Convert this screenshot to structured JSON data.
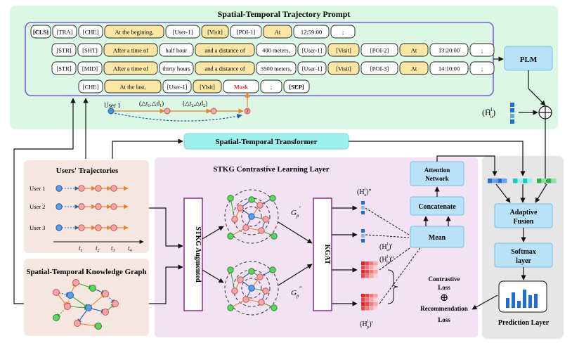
{
  "prompt_panel": {
    "title": "Spatial-Temporal Trajectory Prompt",
    "row1": [
      "[CLS]",
      "[TRA]",
      "[CHE]",
      "At the begining,",
      "[User-1]",
      "[Visit]",
      "[POI-1]",
      "At",
      "12:59:00",
      ";"
    ],
    "row2": [
      "[STR]",
      "[SHT]",
      "After a time of",
      "half hour",
      "and a distance of",
      "400 meters,",
      "[User-1]",
      "[Visit]",
      "[POI-2]",
      "At",
      "13:20:00",
      ";"
    ],
    "row3": [
      "[STR]",
      "[MID]",
      "After a time of",
      "thirty hours",
      "and a distance of",
      "3500 meters,",
      "[User-1]",
      "[Visit]",
      "[POI-3]",
      "At",
      "14:10:00",
      ";"
    ],
    "row4": [
      "[CHE]",
      "At the last,",
      "[User-1]",
      "[Visit]",
      "Mask",
      ";",
      "[SEP]"
    ],
    "user_label": "User 1",
    "delta1": "(△t",
    "delta1_sub1": "1",
    "delta1_mid": ",△d",
    "delta1_sub2": "1",
    "delta1_end": ")",
    "delta2": "(△t",
    "delta2_sub1": "2",
    "delta2_mid": ",△d",
    "delta2_sub2": "2",
    "delta2_end": ")",
    "question": "?"
  },
  "plm": {
    "label": "PLM",
    "h_label": "(H̄",
    "h_sub": "u",
    "h_sup": "l",
    "h_close": ")"
  },
  "transformer": {
    "label": "Spatial-Temporal Transformer"
  },
  "trajectories": {
    "title": "Users' Trajectories",
    "users": [
      "User 1",
      "User 2",
      "User 3"
    ],
    "ticks": [
      "t",
      "t",
      "t",
      "t"
    ],
    "tick_subs": [
      "1",
      "2",
      "3",
      "4"
    ]
  },
  "kg": {
    "title": "Spatial-Temporal Knowledge Graph"
  },
  "contrastive_panel": {
    "title": "STKG Contrastive Learning Layer",
    "augmented": "STKG Augmented",
    "kgat": "KGAT",
    "gp1": "G",
    "gp1_sub": "p",
    "gp1_prime": "′",
    "gp2": "G",
    "gp2_sub": "p",
    "gp2_prime": "″",
    "hu2": "(H",
    "hu2_sub": "u",
    "hu2_sup": "l",
    "hu2_close": ")″",
    "hu1": "(H",
    "hu1_sub": "u",
    "hu1_sup": "l",
    "hu1_close": ")′",
    "hp2": "(H",
    "hp2_sub": "p",
    "hp2_sup": "l",
    "hp2_close": ")″",
    "hp1": "(H",
    "hp1_sub": "p",
    "hp1_sup": "l",
    "hp1_close": ")′",
    "attention_line1": "Attention",
    "attention_line2": "Network",
    "concatenate": "Concatenate",
    "mean": "Mean",
    "contrastive": "Contrastive",
    "loss1": "Loss",
    "oplus": "⊕",
    "recommendation": "Recommendation",
    "loss2": "Loss"
  },
  "right_panel": {
    "fusion_line1": "Adaptive",
    "fusion_line2": "Fusion",
    "softmax_line1": "Softmax",
    "softmax_line2": "layer",
    "prediction": "Prediction Layer"
  },
  "colors": {
    "prompt_bg": "#dcf7e4",
    "contrastive_bg": "#f3e2f3",
    "traj_bg": "#f5e7df",
    "right_bg": "#e6e6e6",
    "block_blue": "#b9e2f8",
    "token_yellow": "#fbe6a6",
    "mask_red": "#e03030",
    "augment_border": "#8c3c8c",
    "teal": "#9ef0ec"
  }
}
